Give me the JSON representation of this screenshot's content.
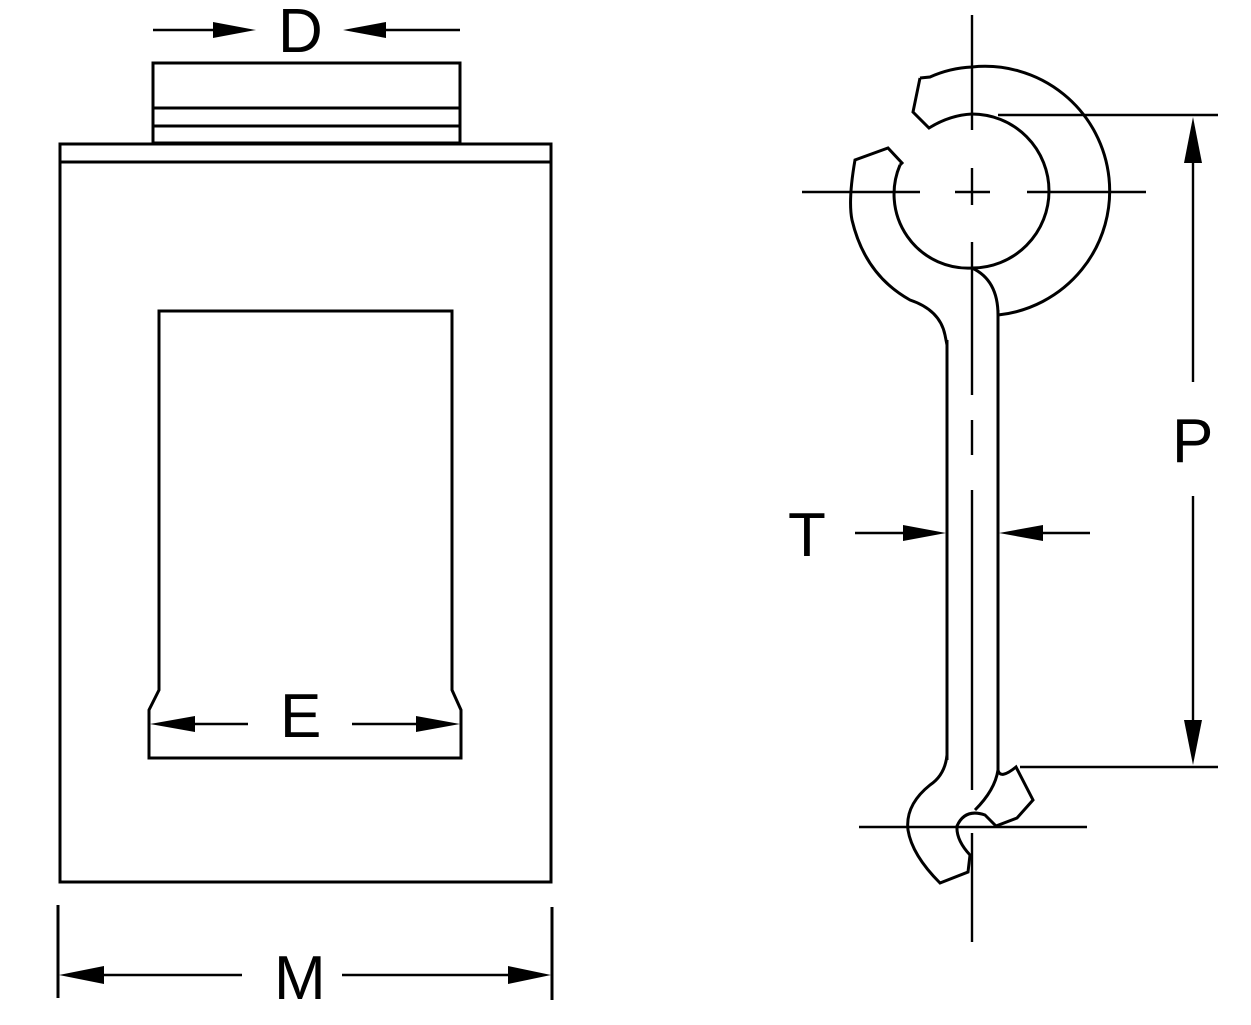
{
  "figure": {
    "type": "technical-drawing",
    "views": [
      "front-view",
      "side-view"
    ],
    "line_color": "#000000",
    "background": "#ffffff"
  },
  "dimensions": {
    "D": {
      "label": "D",
      "description": "top boss width"
    },
    "E": {
      "label": "E",
      "description": "window width"
    },
    "M": {
      "label": "M",
      "description": "overall body width"
    },
    "T": {
      "label": "T",
      "description": "shank thickness"
    },
    "P": {
      "label": "P",
      "description": "pitch between hook centers"
    }
  }
}
